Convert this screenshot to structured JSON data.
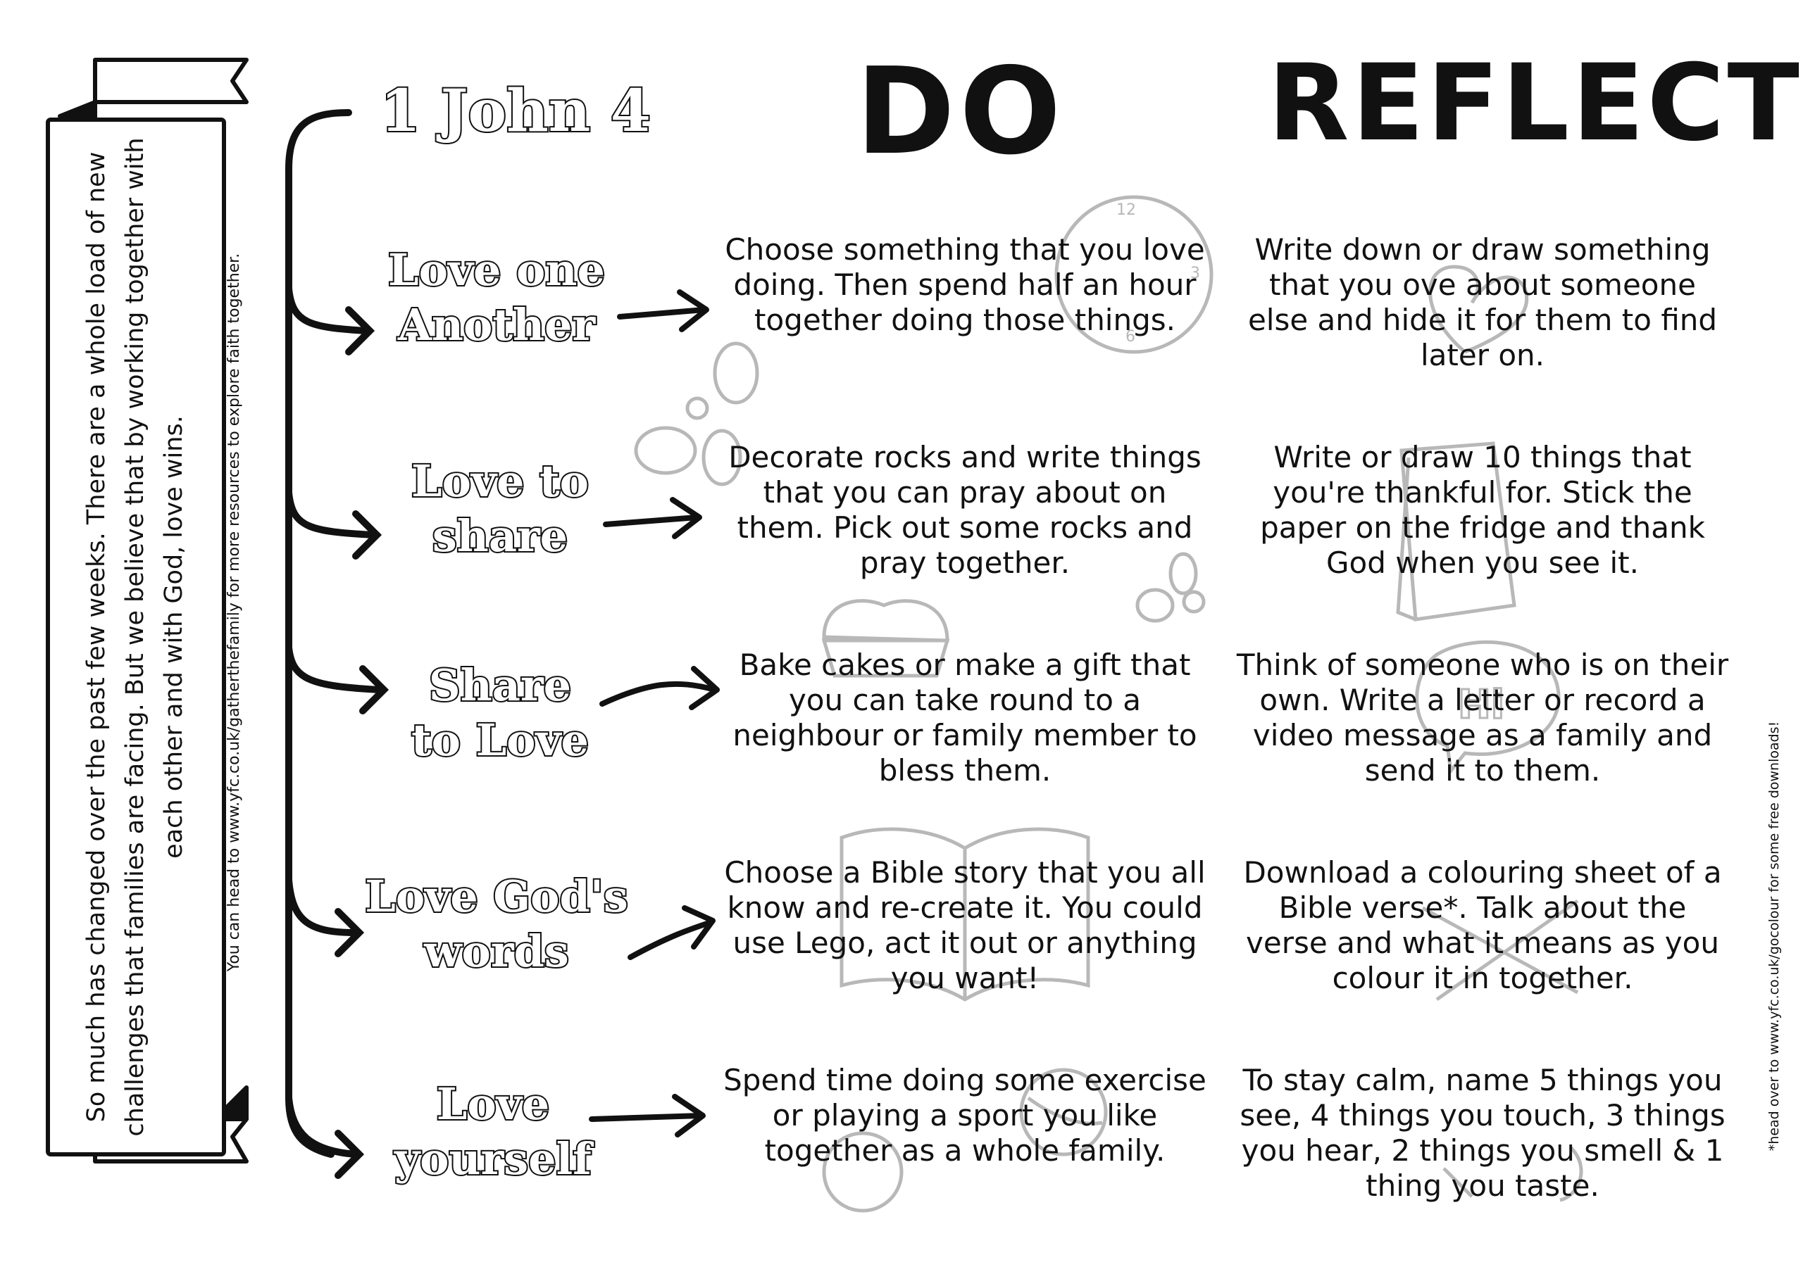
{
  "intro": {
    "banner_text": "So much has changed over the past few weeks. There are a whole load of new challenges that families are facing. But we believe that by working together with each other and with God, love wins.",
    "side_note": "You can head to www.yfc.co.uk/gatherthefamily for more resources to explore faith together."
  },
  "headers": {
    "passage": "1 John 4",
    "do": "DO",
    "reflect": "REFLECT"
  },
  "rows": [
    {
      "theme_line1": "Love one",
      "theme_line2": "Another",
      "do": "Choose something that you love doing. Then spend half an hour together doing those things.",
      "reflect": "Write down or draw something that you ove about someone else and hide it for them to find later on."
    },
    {
      "theme_line1": "Love to",
      "theme_line2": "share",
      "do": "Decorate rocks and write things that you can pray about on them. Pick out some rocks and pray together.",
      "reflect": "Write or draw 10 things that you're thankful for. Stick the paper on the fridge and thank God when you see it."
    },
    {
      "theme_line1": "Share",
      "theme_line2": "to Love",
      "do": "Bake cakes or make a gift that you can take round to a neighbour or family member to bless them.",
      "reflect": "Think of someone who is on their own. Write a letter or record a video message as a family and send it to them."
    },
    {
      "theme_line1": "Love God's",
      "theme_line2": "words",
      "do": "Choose a Bible story that you all know and re-create it. You could use Lego, act it out or anything you want!",
      "reflect": "Download a colouring sheet of a Bible verse*. Talk about the verse and what it means as you colour it in together."
    },
    {
      "theme_line1": "Love",
      "theme_line2": "yourself",
      "do": "Spend time doing some exercise or playing a sport you like together as a whole family.",
      "reflect": "To stay calm, name 5 things you see, 4 things you touch, 3 things you hear, 2 things you smell & 1 thing you taste."
    }
  ],
  "footnote": "*head over to www.yfc.co.uk/gocolour for some free downloads!",
  "doodles": {
    "hi_label": "Hi",
    "clock_numbers": [
      "12",
      "3",
      "6"
    ]
  },
  "colors": {
    "ink": "#111111",
    "doodle": "#b8b8b8"
  }
}
